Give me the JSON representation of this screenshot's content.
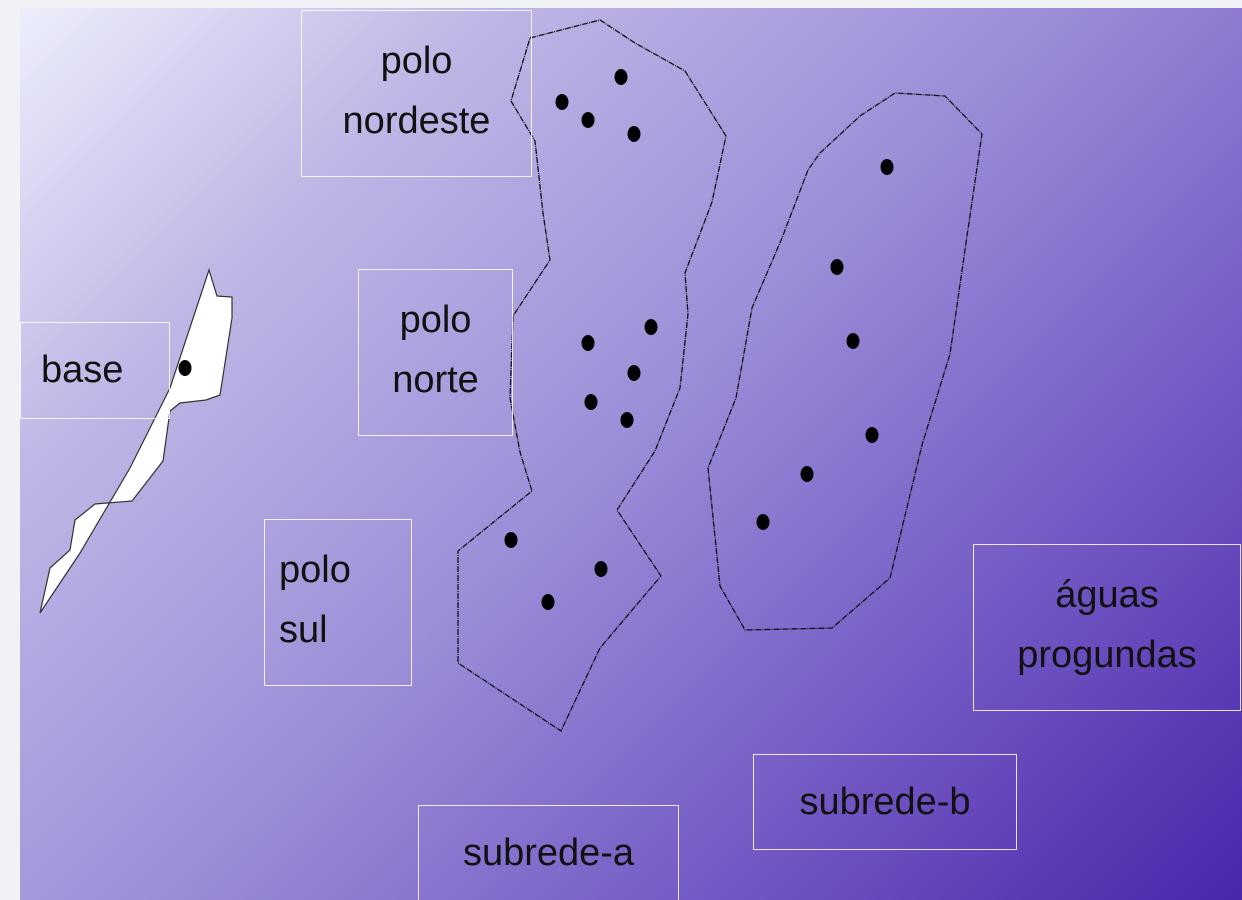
{
  "labels": {
    "base": "base",
    "polo_nordeste": "polo\nnordeste",
    "polo_norte": "polo\nnorte",
    "polo_sul": "polo\nsul",
    "aguas_profundas": "águas\nprogundas",
    "subrede_a": "subrede-a",
    "subrede_b": "subrede-b"
  },
  "colors": {
    "background_start": "#eceefb",
    "background_end": "#4a26aa",
    "base_shape": "#ffffff",
    "node": "#000000",
    "outline": "#000000"
  }
}
